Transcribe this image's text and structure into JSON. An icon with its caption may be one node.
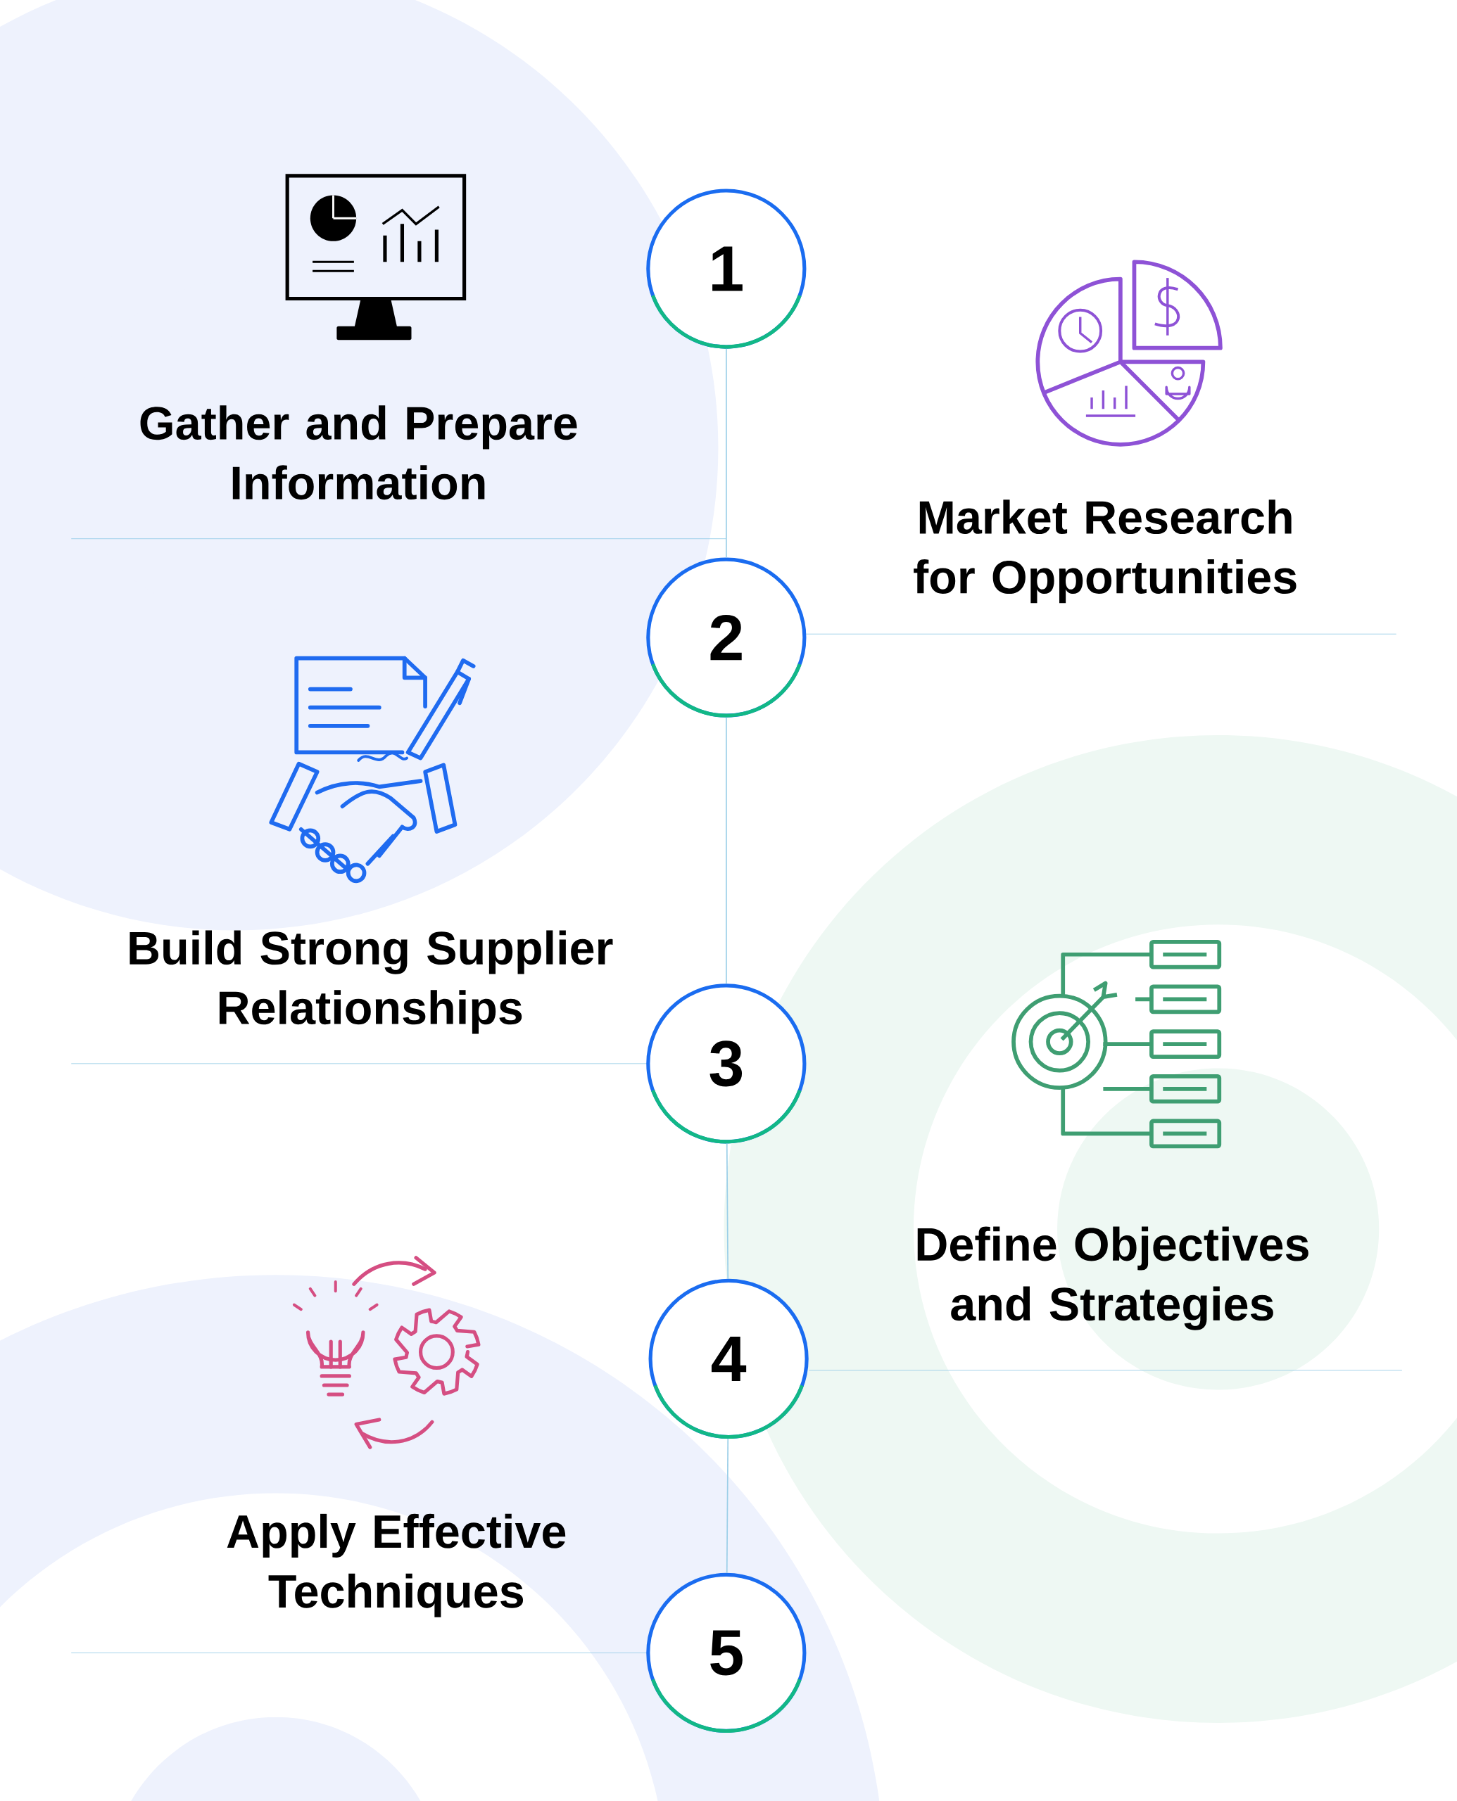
{
  "diagram": {
    "nodes": [
      {
        "text": [
          "1"
        ],
        "beside": [
          "Gather and Prepare Information"
        ]
      },
      {
        "text": [
          "2"
        ],
        "beside": [
          "Market Research for Opportunities"
        ]
      },
      {
        "text": [
          "3"
        ],
        "beside": [
          "Build Strong Supplier Relationships"
        ]
      },
      {
        "text": [
          "4"
        ],
        "beside": [
          "Define Objectives and Strategies"
        ]
      },
      {
        "text": [
          "5"
        ],
        "beside": [
          "Apply Effective Techniques"
        ]
      }
    ],
    "edges": [
      {
        "from": 0,
        "to": 1,
        "arrow": "none"
      },
      {
        "from": 1,
        "to": 2,
        "arrow": "none"
      },
      {
        "from": 2,
        "to": 3,
        "arrow": "none"
      },
      {
        "from": 3,
        "to": 4,
        "arrow": "none"
      }
    ]
  }
}
